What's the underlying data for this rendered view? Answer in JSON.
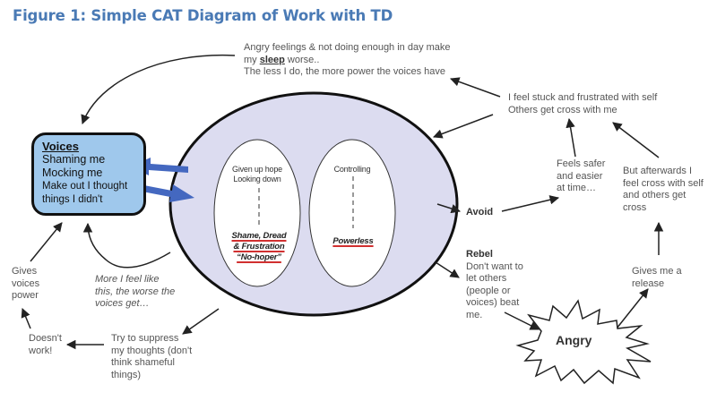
{
  "title": "Figure 1:  Simple CAT Diagram of Work with TD",
  "colors": {
    "title": "#4a7ab5",
    "voices_box_fill": "#9fc8ec",
    "core_fill": "#dcdcf0",
    "blue_arrows": "#4468c0",
    "red_underline": "#d13030"
  },
  "voices_box": {
    "heading": "Voices",
    "lines": [
      "Shaming me",
      "Mocking me",
      "Make out I thought",
      "things I didn't"
    ]
  },
  "core": {
    "left_oval": {
      "top_lines": [
        "Given up hope",
        "Looking down"
      ],
      "bottom_lines": [
        "Shame, Dread",
        "& Frustration",
        "“No-hoper”"
      ]
    },
    "right_oval": {
      "top_lines": [
        "Controlling"
      ],
      "bottom_lines": [
        "Powerless"
      ]
    }
  },
  "top_note": {
    "line1": "Angry feelings & not doing enough in day make",
    "line2_pre": "my ",
    "line2_bold": "sleep",
    "line2_post": " worse..",
    "line3": "The less I do, the more power the voices have"
  },
  "stuck_note": [
    "I feel stuck and frustrated with self",
    "Others get cross with me"
  ],
  "feels_safer": [
    "Feels safer",
    "and easier",
    "at time…"
  ],
  "afterwards": [
    "But afterwards I",
    "feel cross with self",
    "and others get",
    "cross"
  ],
  "avoid": "Avoid",
  "rebel": {
    "heading": "Rebel",
    "lines": [
      "Don't want to",
      "let others",
      "(people or",
      "voices) beat",
      "me."
    ]
  },
  "gives_release": [
    "Gives me a",
    "release"
  ],
  "angry": "Angry",
  "gives_voices_power": [
    "Gives",
    "voices",
    "power"
  ],
  "more_i_feel": [
    "More I feel like",
    "this, the worse the",
    "voices get…"
  ],
  "doesnt_work": [
    "Doesn't",
    "work!"
  ],
  "try_suppress": [
    "Try to suppress",
    "my thoughts (don't",
    "think shameful",
    "things)"
  ]
}
